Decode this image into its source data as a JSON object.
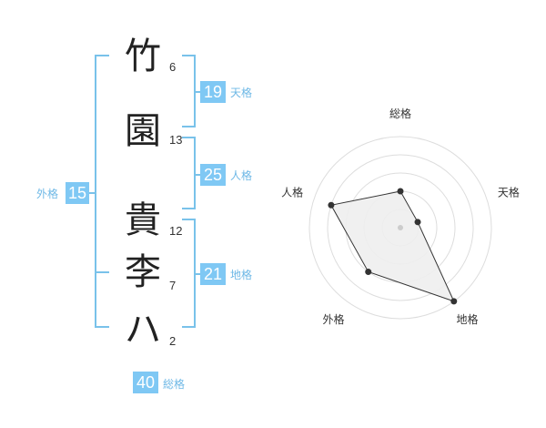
{
  "characters": [
    {
      "char": "竹",
      "strokes": "6"
    },
    {
      "char": "園",
      "strokes": "13"
    },
    {
      "char": "貴",
      "strokes": "12"
    },
    {
      "char": "李",
      "strokes": "7"
    },
    {
      "char": "ハ",
      "strokes": "2"
    }
  ],
  "fortunes": {
    "tenkaku": {
      "value": "19",
      "label": "天格"
    },
    "jinkaku": {
      "value": "25",
      "label": "人格"
    },
    "chikaku": {
      "value": "21",
      "label": "地格"
    },
    "gaikaku": {
      "value": "15",
      "label": "外格"
    },
    "soukaku": {
      "value": "40",
      "label": "総格"
    }
  },
  "chart_data": {
    "type": "radar",
    "axes": [
      "総格",
      "天格",
      "地格",
      "外格",
      "人格"
    ],
    "values": [
      2,
      1,
      5,
      3,
      4
    ],
    "rmax": 5,
    "rings": 5,
    "fill": "#eeeeee",
    "stroke": "#333333",
    "ring_color": "#dddddd"
  },
  "colors": {
    "accent": "#7fc8f4",
    "bracket": "#79c2ea",
    "label": "#6eb8e6"
  }
}
